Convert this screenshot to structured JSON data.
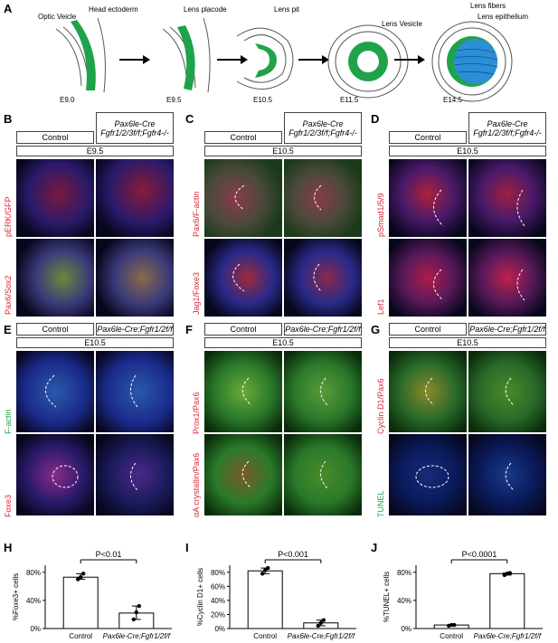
{
  "panels": {
    "A": {
      "letter": "A",
      "labels": [
        "Optic Veicle",
        "Head ectoderm",
        "Lens placode",
        "Lens pit",
        "Lens Vesicle",
        "Lens fibers",
        "Lens epithelium"
      ],
      "stages": [
        "E9.0",
        "E9.5",
        "E10.5",
        "E11.5",
        "E14.5"
      ]
    },
    "B": {
      "letter": "B",
      "control": "Control",
      "mutant_line1": "Pax6le-Cre",
      "mutant_line2": "Fgfr1/2/3f/f;Fgfr4-/-",
      "stage": "E9.5",
      "row1_stain": "pERK/GFP",
      "row2_stain": "Pax6/Sox2"
    },
    "C": {
      "letter": "C",
      "control": "Control",
      "mutant_line1": "Pax6le-Cre",
      "mutant_line2": "Fgfr1/2/3f/f;Fgfr4-/-",
      "stage": "E10.5",
      "row1_stain": "Pax6/F-actin",
      "row2_stain": "Jag1/Foxe3"
    },
    "D": {
      "letter": "D",
      "control": "Control",
      "mutant_line1": "Pax6le-Cre",
      "mutant_line2": "Fgfr1/2/3f/f;Fgfr4-/-",
      "stage": "E10.5",
      "row1_stain": "pSmad1/5/9",
      "row2_stain": "Lef1"
    },
    "E": {
      "letter": "E",
      "control": "Control",
      "mutant": "Pax6le-Cre;Fgfr1/2f/f",
      "stage": "E10.5",
      "row1_stain": "F-actin",
      "row2_stain": "Foxe3"
    },
    "F": {
      "letter": "F",
      "control": "Control",
      "mutant": "Pax6le-Cre;Fgfr1/2f/f",
      "stage": "E10.5",
      "row1_stain": "Prox1/Pax6",
      "row2_stain": "αA crystallin/Pax6"
    },
    "G": {
      "letter": "G",
      "control": "Control",
      "mutant": "Pax6le-Cre;Fgfr1/2f/f",
      "stage": "E10.5",
      "row1_stain": "Cyclin D1/Pax6",
      "row2_stain": "TUNEL"
    }
  },
  "chart_data": [
    {
      "panel": "H",
      "type": "bar",
      "categories": [
        "Control",
        "Pax6le-Cre;Fgfr1/2f/f"
      ],
      "values": [
        73,
        22
      ],
      "points": [
        [
          70,
          73,
          78
        ],
        [
          13,
          23,
          32
        ]
      ],
      "ylabel": "%Foxe3+ cells",
      "yticks": [
        "0%",
        "40%",
        "80%"
      ],
      "ylim": [
        0,
        90
      ],
      "pvalue": "P<0.01"
    },
    {
      "panel": "I",
      "type": "bar",
      "categories": [
        "Control",
        "Pax6le-Cre;Fgfr1/2f/f"
      ],
      "values": [
        82,
        8
      ],
      "points": [
        [
          78,
          83,
          86
        ],
        [
          4,
          8,
          12
        ]
      ],
      "ylabel": "%Cyclin D1+ cells",
      "yticks": [
        "0%",
        "20%",
        "40%",
        "60%",
        "80%"
      ],
      "ylim": [
        0,
        90
      ],
      "pvalue": "P<0.001"
    },
    {
      "panel": "J",
      "type": "bar",
      "categories": [
        "Control",
        "Pax6le-Cre;Fgfr1/2f/f"
      ],
      "values": [
        5,
        78
      ],
      "points": [
        [
          4,
          5,
          5
        ],
        [
          76,
          78,
          79
        ]
      ],
      "ylabel": "%TUNEL+ cells",
      "yticks": [
        "0%",
        "40%",
        "80%"
      ],
      "ylim": [
        0,
        90
      ],
      "pvalue": "P<0.0001"
    }
  ],
  "colors": {
    "green": "#1fa34a",
    "blue_nuc": "#1a2a9a",
    "red": "#d8283a",
    "dark": "#07071c"
  }
}
